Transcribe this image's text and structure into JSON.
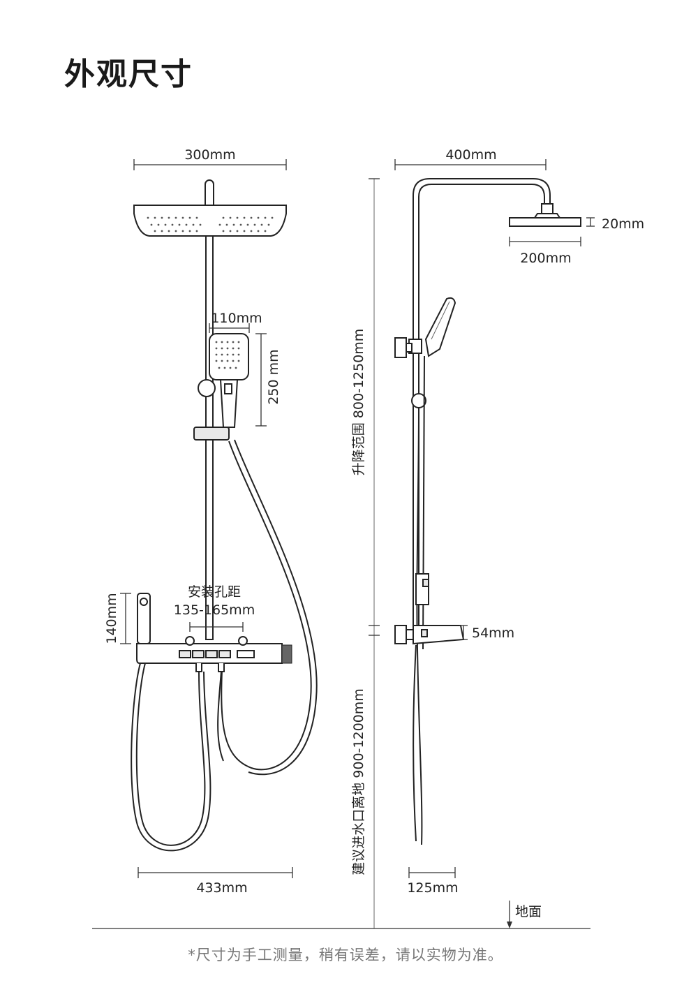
{
  "title": "外观尺寸",
  "front_view": {
    "head_width": "300mm",
    "hand_shower_width": "110mm",
    "hand_shower_height": "250 mm",
    "spout_height": "140mm",
    "mount_spacing_label": "安装孔距",
    "mount_spacing_value": "135-165mm",
    "total_width": "433mm"
  },
  "side_view": {
    "arm_reach": "400mm",
    "head_thickness": "20mm",
    "head_diameter": "200mm",
    "panel_thickness": "54mm",
    "depth": "125mm"
  },
  "lift_range": "升降范围 800-1250mm",
  "inlet_height": "建议进水口离地 900-1200mm",
  "floor_label": "地面",
  "footnote": "*尺寸为手工测量，稍有误差，请以实物为准。"
}
